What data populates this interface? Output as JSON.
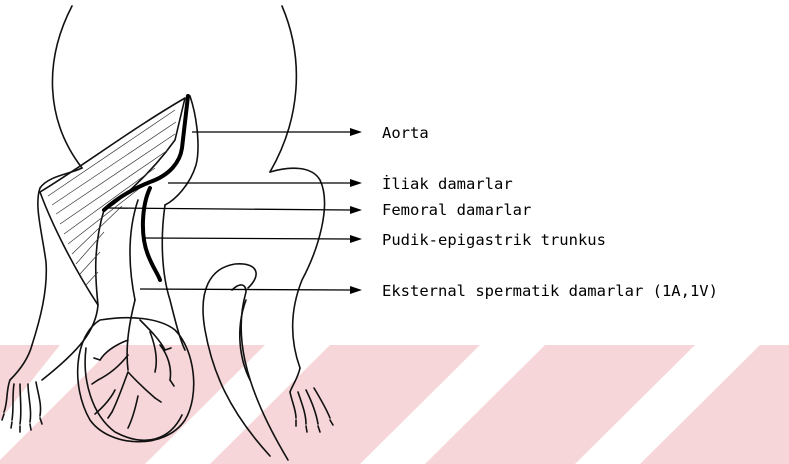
{
  "figure": {
    "labels": [
      {
        "key": "aorta",
        "text": "Aorta"
      },
      {
        "key": "iliac",
        "text": "İliak damarlar"
      },
      {
        "key": "femoral",
        "text": "Femoral damarlar"
      },
      {
        "key": "pudic",
        "text": "Pudik-epigastrik trunkus"
      },
      {
        "key": "spermatic",
        "text": "Eksternal spermatik damarlar (1A,1V)"
      }
    ]
  },
  "colors": {
    "background_stripes": "#f6d6d8",
    "ink": "#111111"
  }
}
